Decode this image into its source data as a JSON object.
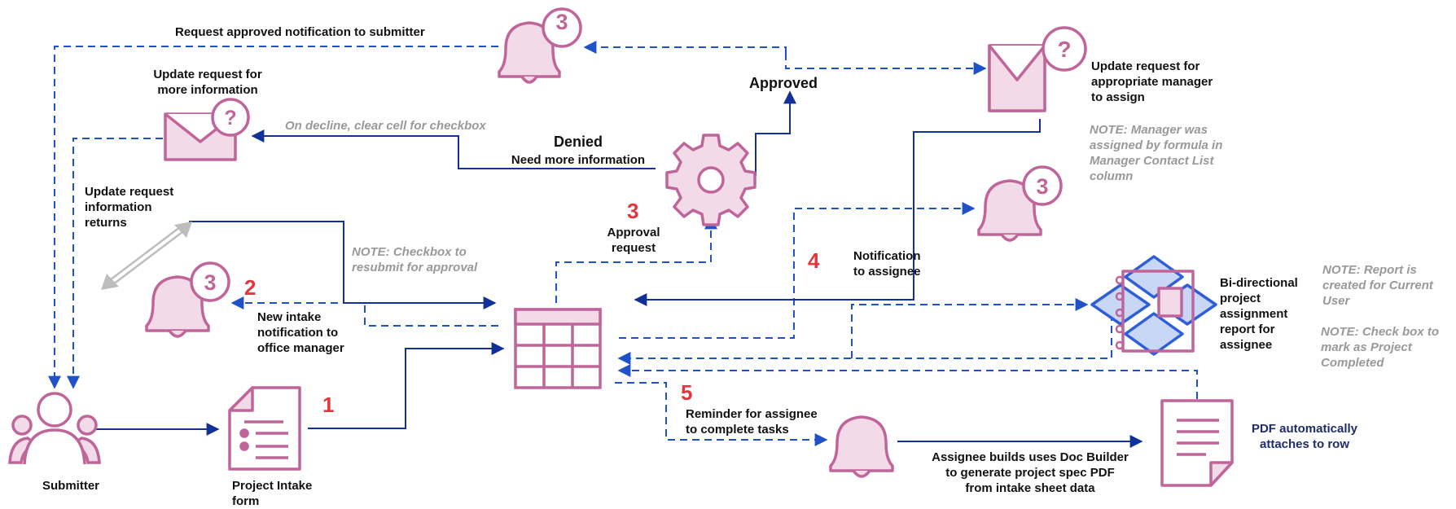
{
  "labels": {
    "request_approved_notification": "Request approved notification to submitter",
    "update_request_more_info": "Update request for\nmore information",
    "on_decline_note": "On decline, clear cell for checkbox",
    "denied": "Denied",
    "need_more_info": "Need more information",
    "approved": "Approved",
    "update_request_manager": "Update request for\nappropriate manager\nto assign",
    "manager_note": "NOTE: Manager was\nassigned by formula in\nManager Contact List\ncolumn",
    "update_request_returns": "Update request\ninformation\nreturns",
    "checkbox_note": "NOTE: Checkbox to\nresubmit for approval",
    "approval_request": "Approval\nrequest",
    "notification_to_assignee": "Notification\nto assignee",
    "new_intake_notification": "New intake\nnotification to\noffice manager",
    "bidirectional_report": "Bi-directional\nproject\nassignment\nreport for\nassignee",
    "report_note": "NOTE: Report is\ncreated for Current\nUser",
    "checkbox_complete_note": "NOTE: Check box to\nmark as Project\nCompleted",
    "reminder_assignee": "Reminder for assignee\nto complete tasks",
    "assignee_doc_builder": "Assignee builds uses Doc Builder\nto generate project spec PDF\nfrom intake sheet data",
    "pdf_attaches": "PDF automatically\nattaches to row",
    "submitter": "Submitter",
    "project_intake_form": "Project Intake\nform"
  },
  "steps": {
    "s1": "1",
    "s2": "2",
    "s3": "3",
    "s4": "4",
    "s5": "5"
  },
  "badges": {
    "bell_count": "3",
    "envelope_mark": "?"
  },
  "colors": {
    "pink": "#c0659a",
    "pink_fill": "#f3dae8",
    "blue_line": "#1f52c8",
    "navy_line": "#12309a",
    "step_red": "#e5363d",
    "note_gray": "#999999",
    "report_blue": "#2e5fd8",
    "report_fill": "#c9d7f6"
  },
  "icons": [
    "bell-icon-top",
    "envelope-icon-left",
    "gear-icon",
    "envelope-icon-right",
    "bell-icon-right",
    "bell-icon-left",
    "sheet-grid-icon",
    "report-diamond-icon",
    "bell-icon-bottom",
    "document-icon-intake",
    "document-icon-pdf",
    "submitter-group-icon"
  ]
}
